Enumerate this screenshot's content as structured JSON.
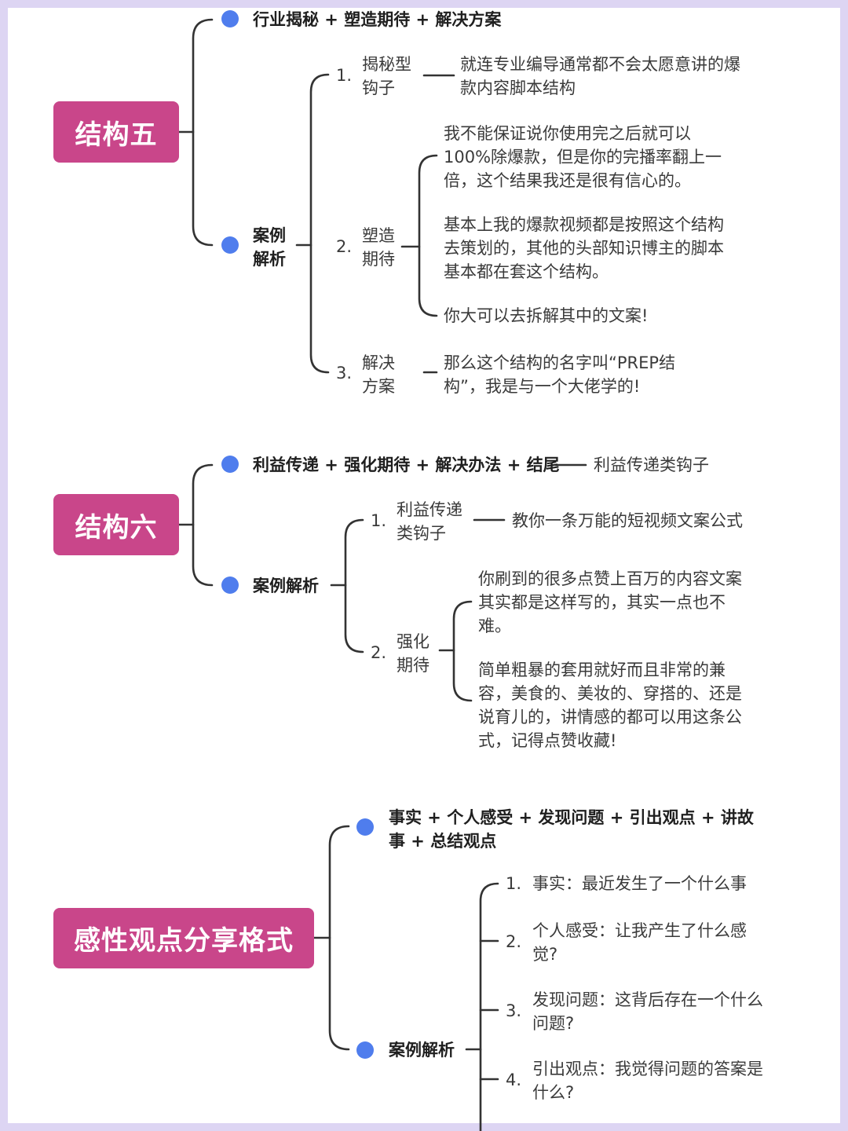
{
  "sections": {
    "s5": {
      "root": "结构五",
      "formula": "行业揭秘 + 塑造期待 + 解决方案",
      "case_label": "案例解析",
      "items": [
        {
          "num": "1.",
          "name": "揭秘型钩子",
          "details": [
            "就连专业编导通常都不会太愿意讲的爆款内容脚本结构"
          ]
        },
        {
          "num": "2.",
          "name": "塑造期待",
          "details": [
            "我不能保证说你使用完之后就可以100%除爆款，但是你的完播率翻上一倍，这个结果我还是很有信心的。",
            "基本上我的爆款视频都是按照这个结构去策划的，其他的头部知识博主的脚本基本都在套这个结构。",
            "你大可以去拆解其中的文案!"
          ]
        },
        {
          "num": "3.",
          "name": "解决方案",
          "details": [
            "那么这个结构的名字叫“PREP结构”，我是与一个大佬学的!"
          ]
        }
      ]
    },
    "s6": {
      "root": "结构六",
      "formula": "利益传递 + 强化期待 + 解决办法 + 结尾",
      "formula_note": "利益传递类钩子",
      "case_label": "案例解析",
      "items": [
        {
          "num": "1.",
          "name": "利益传递类钩子",
          "details": [
            "教你一条万能的短视频文案公式"
          ]
        },
        {
          "num": "2.",
          "name": "强化期待",
          "details": [
            "你刷到的很多点赞上百万的内容文案其实都是这样写的，其实一点也不难。",
            "简单粗暴的套用就好而且非常的兼容，美食的、美妆的、穿搭的、还是说育儿的，讲情感的都可以用这条公式，记得点赞收藏!"
          ]
        }
      ]
    },
    "s7": {
      "root": "感性观点分享格式",
      "formula": "事实 + 个人感受 + 发现问题 + 引出观点 + 讲故事 + 总结观点",
      "case_label": "案例解析",
      "items": [
        {
          "num": "1.",
          "text": "事实：最近发生了一个什么事"
        },
        {
          "num": "2.",
          "text": "个人感受：让我产生了什么感觉?"
        },
        {
          "num": "3.",
          "text": "发现问题：这背后存在一个什么问题?"
        },
        {
          "num": "4.",
          "text": "引出观点：我觉得问题的答案是什么?"
        }
      ]
    }
  },
  "colors": {
    "background": "#ddd5f3",
    "root_fill": "#c9468a",
    "bullet": "#4f7ded",
    "line": "#333333"
  }
}
